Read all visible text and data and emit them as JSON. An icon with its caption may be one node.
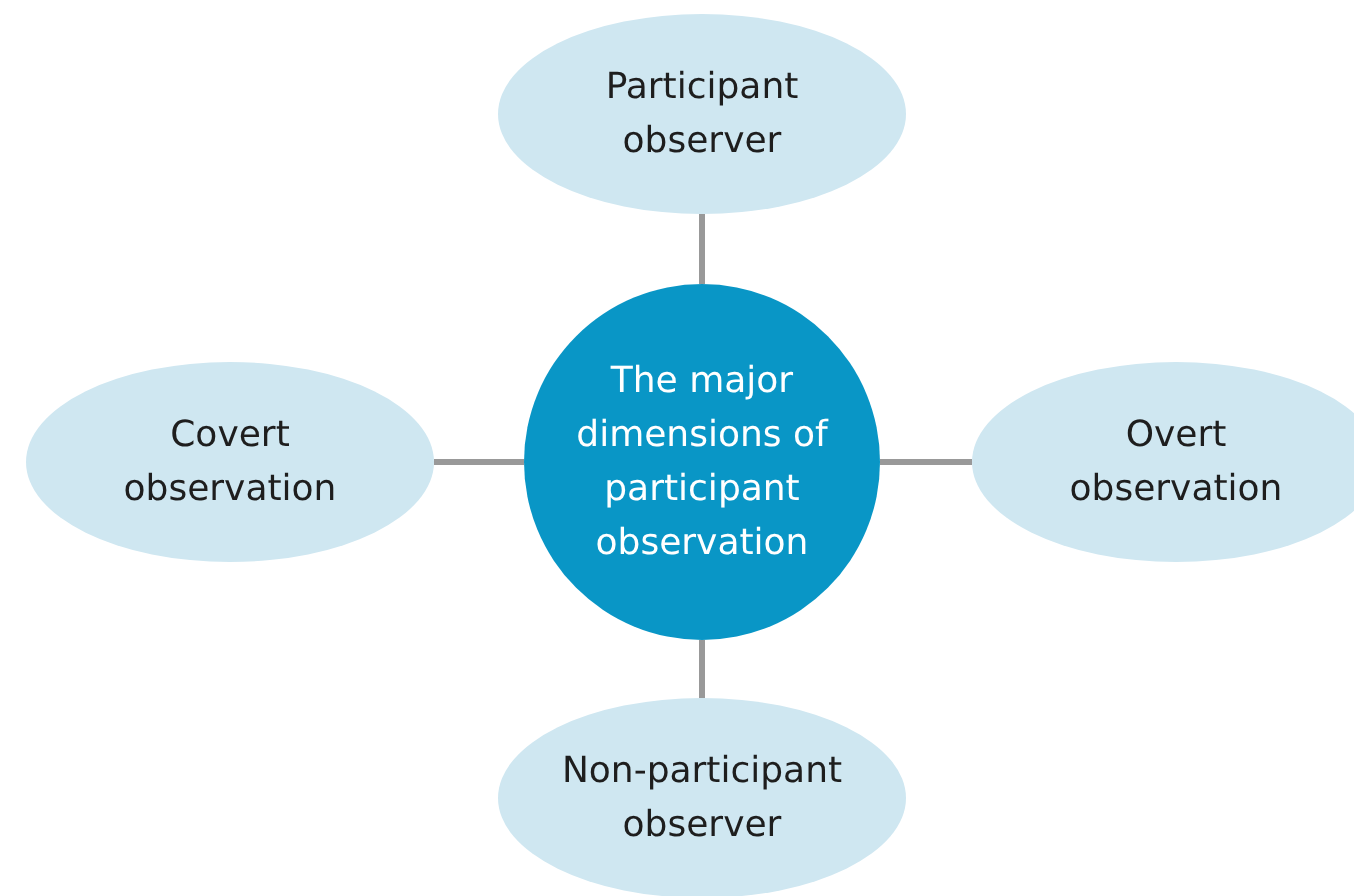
{
  "diagram": {
    "nodes": [
      {
        "text": [
          "Participant observer"
        ]
      },
      {
        "text": [
          "Covert observation"
        ]
      },
      {
        "text": [
          "The major dimensions of participant observation"
        ]
      },
      {
        "text": [
          "Overt observation"
        ]
      },
      {
        "text": [
          "Non-participant observer"
        ]
      }
    ],
    "edges": [
      {
        "from": 2,
        "to": 0,
        "arrow": "none"
      },
      {
        "from": 2,
        "to": 1,
        "arrow": "none"
      },
      {
        "from": 2,
        "to": 3,
        "arrow": "none"
      },
      {
        "from": 2,
        "to": 4,
        "arrow": "none"
      }
    ]
  }
}
